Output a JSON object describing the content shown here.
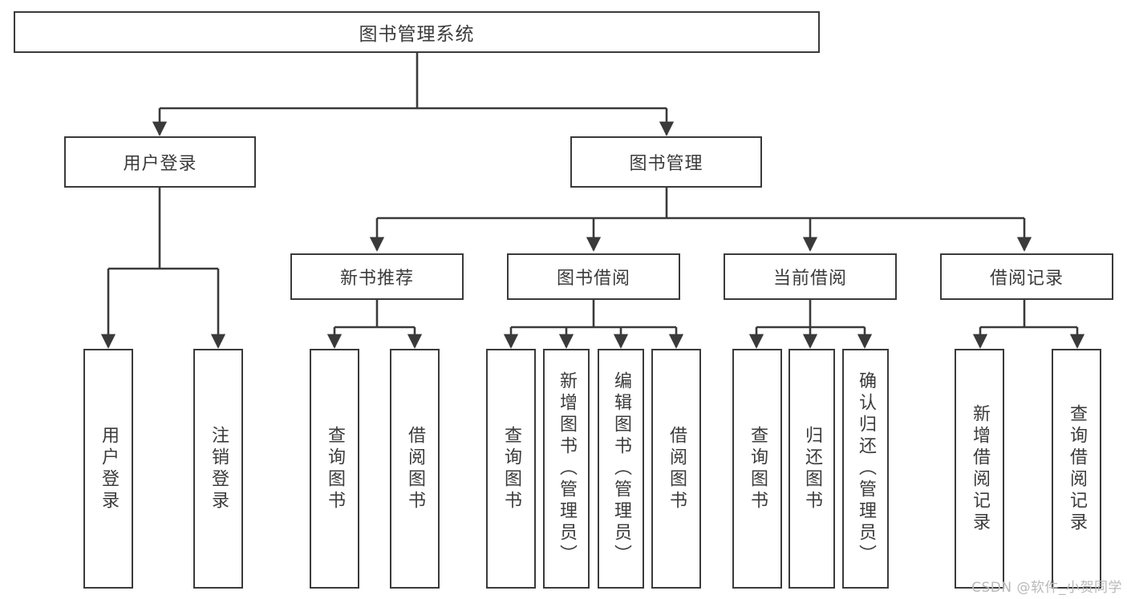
{
  "diagram": {
    "title": "图书管理系统",
    "type": "tree-hierarchy",
    "background_color": "#ffffff",
    "line_color": "#3a3a3a",
    "text_color": "#3b3b3b",
    "root": {
      "label": "图书管理系统"
    },
    "level2": [
      {
        "label": "用户登录"
      },
      {
        "label": "图书管理"
      }
    ],
    "level3": [
      {
        "label": "新书推荐"
      },
      {
        "label": "图书借阅"
      },
      {
        "label": "当前借阅"
      },
      {
        "label": "借阅记录"
      }
    ],
    "leaves": {
      "user_login": [
        {
          "label": "用户登录"
        },
        {
          "label": "注销登录"
        }
      ],
      "new_book_recommend": [
        {
          "label": "查询图书"
        },
        {
          "label": "借阅图书"
        }
      ],
      "book_borrow": [
        {
          "label": "查询图书"
        },
        {
          "label": "新增图书（管理员）"
        },
        {
          "label": "编辑图书（管理员）"
        },
        {
          "label": "借阅图书"
        }
      ],
      "current_borrow": [
        {
          "label": "查询图书"
        },
        {
          "label": "归还图书"
        },
        {
          "label": "确认归还（管理员）"
        }
      ],
      "borrow_record": [
        {
          "label": "新增借阅记录"
        },
        {
          "label": "查询借阅记录"
        }
      ]
    },
    "watermark": "CSDN @软件_小贺同学"
  }
}
